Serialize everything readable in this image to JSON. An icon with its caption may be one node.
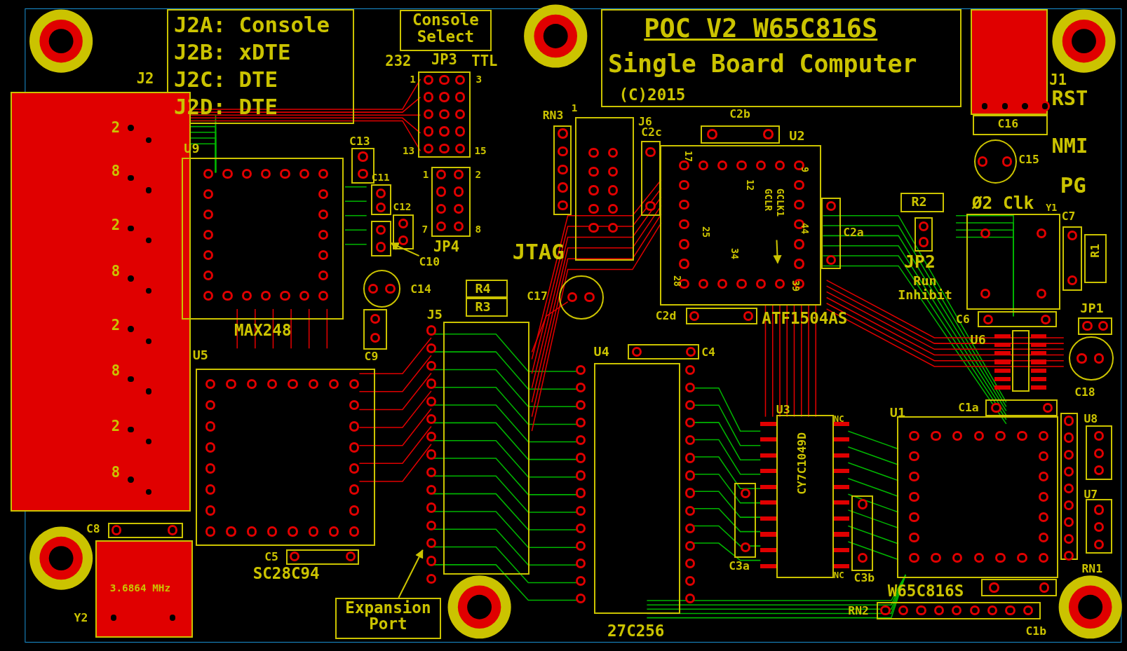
{
  "diagram": {
    "nodes": [
      {
        "text": [
          "J2A: Console",
          "J2B: xDTE",
          "J2C: DTE",
          "J2D: DTE"
        ]
      },
      {
        "text": [
          "Console Select"
        ]
      },
      {
        "text": [
          "POC V2 W65C816S",
          "Single Board Computer",
          "(C)2015"
        ]
      },
      {
        "text": [
          "J1"
        ]
      },
      {
        "text": [
          "J2"
        ]
      },
      {
        "text": [
          "U9",
          "MAX248"
        ]
      },
      {
        "text": [
          "JP3"
        ]
      },
      {
        "text": [
          "JP4"
        ]
      },
      {
        "text": [
          "C13"
        ]
      },
      {
        "text": [
          "C11"
        ]
      },
      {
        "text": [
          "C12"
        ]
      },
      {
        "text": [
          "C10"
        ]
      },
      {
        "text": [],
        "shape": "box"
      },
      {
        "text": [
          "C14"
        ]
      },
      {
        "text": [
          "C9"
        ]
      },
      {
        "text": [
          "RN3"
        ]
      },
      {
        "text": [
          "J6"
        ]
      },
      {
        "text": [
          "C2c"
        ]
      },
      {
        "text": [
          "C2b"
        ]
      },
      {
        "text": [
          "U2",
          "ATF1504AS"
        ]
      },
      {
        "text": [
          "GCLR",
          "GCLK1"
        ],
        "in": 19
      },
      {
        "text": [
          "C2a"
        ]
      },
      {
        "text": [
          "C2d"
        ]
      },
      {
        "text": [
          "R4"
        ]
      },
      {
        "text": [
          "R3"
        ]
      },
      {
        "text": [
          "C17"
        ]
      },
      {
        "text": [
          "C16"
        ]
      },
      {
        "text": [
          "C15"
        ]
      },
      {
        "text": [
          "R2"
        ]
      },
      {
        "text": [
          "JP2",
          "Run Inhibit"
        ]
      },
      {
        "text": [
          "Y1"
        ]
      },
      {
        "text": [
          "C7"
        ]
      },
      {
        "text": [
          "R1"
        ]
      },
      {
        "text": [
          "JP1"
        ]
      },
      {
        "text": [
          "C6"
        ]
      },
      {
        "text": [
          "U6"
        ]
      },
      {
        "text": [
          "C18"
        ]
      },
      {
        "text": [
          "J5"
        ]
      },
      {
        "text": [
          "U5",
          "SC28C94"
        ]
      },
      {
        "text": [
          "C4"
        ]
      },
      {
        "text": [
          "U4",
          "27C256"
        ]
      },
      {
        "text": [
          "U3",
          "CY7C1049D"
        ]
      },
      {
        "text": [
          "C3a"
        ]
      },
      {
        "text": [
          "C3b"
        ]
      },
      {
        "text": [
          "C1a"
        ]
      },
      {
        "text": [
          "U1",
          "W65C816S"
        ]
      },
      {
        "text": [
          "U8"
        ]
      },
      {
        "text": [
          "U7"
        ]
      },
      {
        "text": [
          "RN1"
        ]
      },
      {
        "text": [
          "C8"
        ]
      },
      {
        "text": [
          "C5"
        ]
      },
      {
        "text": [
          "Y2",
          "3.6864 MHz"
        ]
      },
      {
        "text": [
          "Expansion Port"
        ]
      },
      {
        "text": [
          "RN2"
        ]
      },
      {
        "text": [
          "C1b"
        ]
      }
    ],
    "edges": [
      {
        "from": 52,
        "to": 37,
        "arrow": "to"
      },
      {
        "from": 11,
        "to": 12,
        "arrow": "to"
      },
      {
        "from": 20,
        "to": null,
        "arrow": "to"
      }
    ],
    "labels": [
      "232",
      "TTL",
      "1",
      "3",
      "13",
      "15",
      "1",
      "2",
      "7",
      "8",
      "1",
      "2",
      "8",
      "2",
      "8",
      "RST",
      "NMI",
      "PG",
      "Ø2 Clk",
      "17",
      "12",
      "9",
      "25",
      "44",
      "34",
      "28",
      "39",
      "JTAG",
      "2",
      "8",
      "2",
      "8",
      "NC",
      "NC"
    ]
  }
}
